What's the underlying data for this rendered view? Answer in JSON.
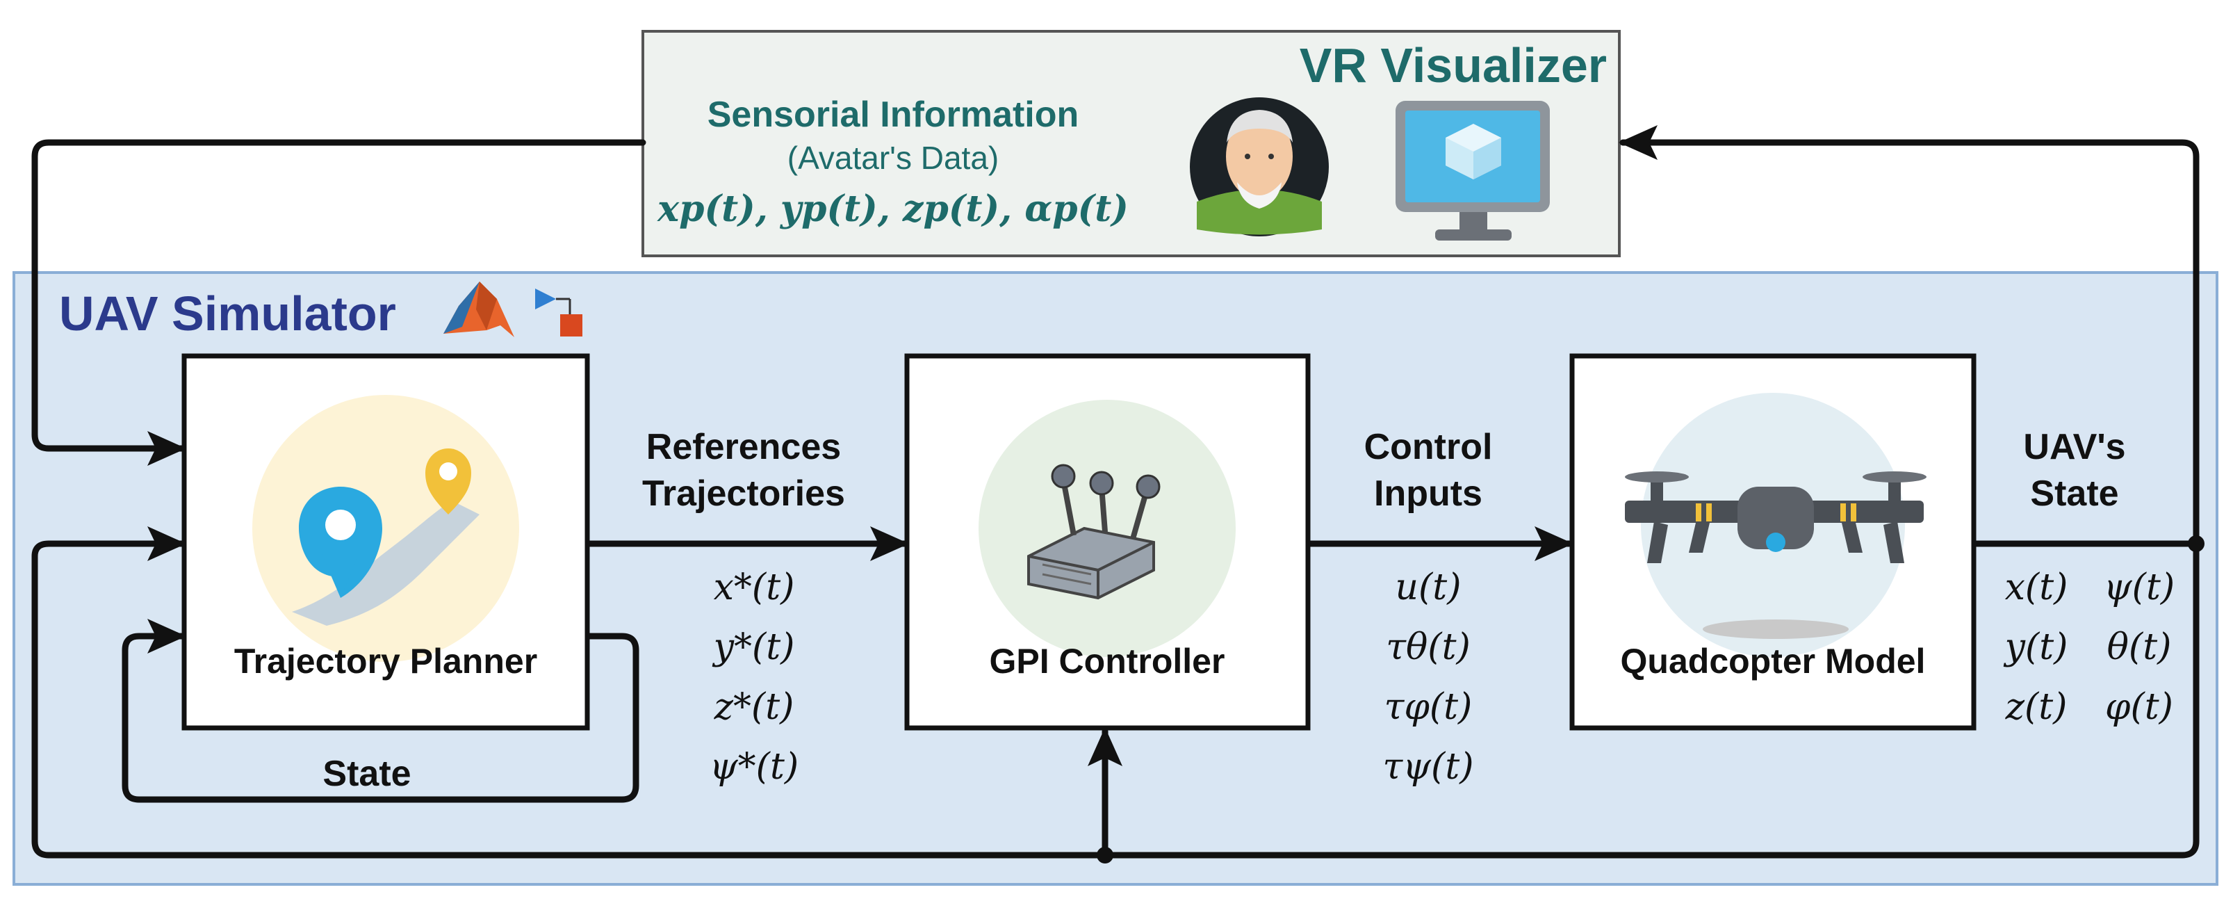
{
  "vr_visualizer": {
    "title": "VR Visualizer",
    "sensorial_title": "Sensorial Information",
    "sensorial_subtitle": "(Avatar's Data)",
    "sensorial_vars": "xp(t), yp(t), zp(t), αp(t)",
    "icons": [
      "avatar-icon",
      "monitor-icon"
    ]
  },
  "uav_simulator": {
    "title": "UAV Simulator",
    "icons": [
      "matlab-logo",
      "simulink-logo"
    ]
  },
  "blocks": {
    "trajectory_planner": "Trajectory Planner",
    "gpi_controller": "GPI Controller",
    "quadcopter_model": "Quadcopter Model"
  },
  "edges": {
    "references_label": [
      "References",
      "Trajectories"
    ],
    "references_vars": [
      "x*(t)",
      "y*(t)",
      "z*(t)",
      "ψ*(t)"
    ],
    "control_label": [
      "Control",
      "Inputs"
    ],
    "control_vars": [
      "u(t)",
      "τθ(t)",
      "τφ(t)",
      "τψ(t)"
    ],
    "uav_state_label": [
      "UAV's",
      "State"
    ],
    "uav_state_vars_left": [
      "x(t)",
      "y(t)",
      "z(t)"
    ],
    "uav_state_vars_right": [
      "ψ(t)",
      "θ(t)",
      "φ(t)"
    ],
    "state_feedback_label": "State"
  },
  "colors": {
    "sim_bg": "#d9e6f3",
    "sim_border": "#8aaed6",
    "vr_bg": "#eef2ef",
    "teal": "#1e6b6a",
    "navy": "#2b3a8c"
  }
}
